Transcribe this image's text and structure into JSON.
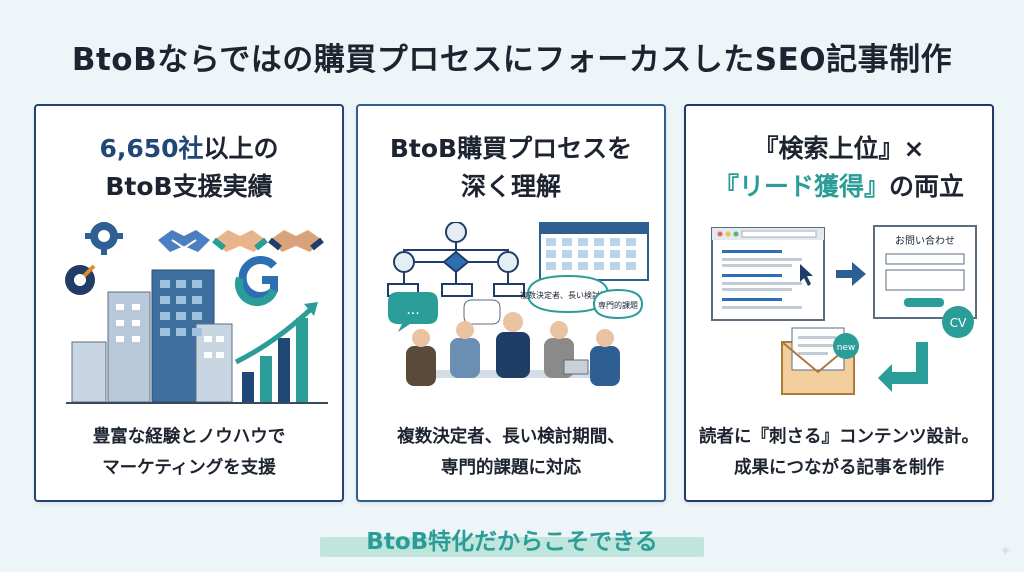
{
  "title": "BtoBならではの購買プロセスにフォーカスしたSEO記事制作",
  "cards": [
    {
      "head_line1_accent": "6,650社",
      "head_line1_rest": "以上の",
      "head_line2": "BtoB支援実績",
      "foot_line1": "豊富な経験とノウハウで",
      "foot_line2": "マーケティングを支援",
      "icons": [
        "gear-icon",
        "handshake-icon",
        "handshake-icon",
        "handshake-icon",
        "wrench-gear-icon",
        "g-logo-icon",
        "building-icon",
        "growth-chart-icon"
      ]
    },
    {
      "head_line1": "BtoB購買プロセスを",
      "head_line2": "深く理解",
      "bubble_1": "複数決定者、長い検討期間",
      "bubble_2": "専門的課題",
      "bubble_dots": "...",
      "foot_line1": "複数決定者、長い検討期間、",
      "foot_line2": "専門的課題に対応",
      "icons": [
        "org-chart-icon",
        "calendar-icon",
        "meeting-icon"
      ]
    },
    {
      "head_line1": "『検索上位』×",
      "head_line2_teal": "『リード獲得』",
      "head_line2_rest": "の両立",
      "form_title": "お問い合わせ",
      "cv_label": "CV",
      "new_label": "new",
      "foot_line1": "読者に『刺さる』コンテンツ設計。",
      "foot_line2": "成果につながる記事を制作",
      "icons": [
        "browser-window-icon",
        "arrow-right-icon",
        "form-icon",
        "envelope-icon",
        "return-arrow-icon"
      ]
    }
  ],
  "bottom_tagline": "BtoB特化だからこそできる",
  "colors": {
    "navy": "#1f4878",
    "teal": "#2a9d98",
    "highlight": "#bfe5dc",
    "background": "#eef5f8"
  }
}
